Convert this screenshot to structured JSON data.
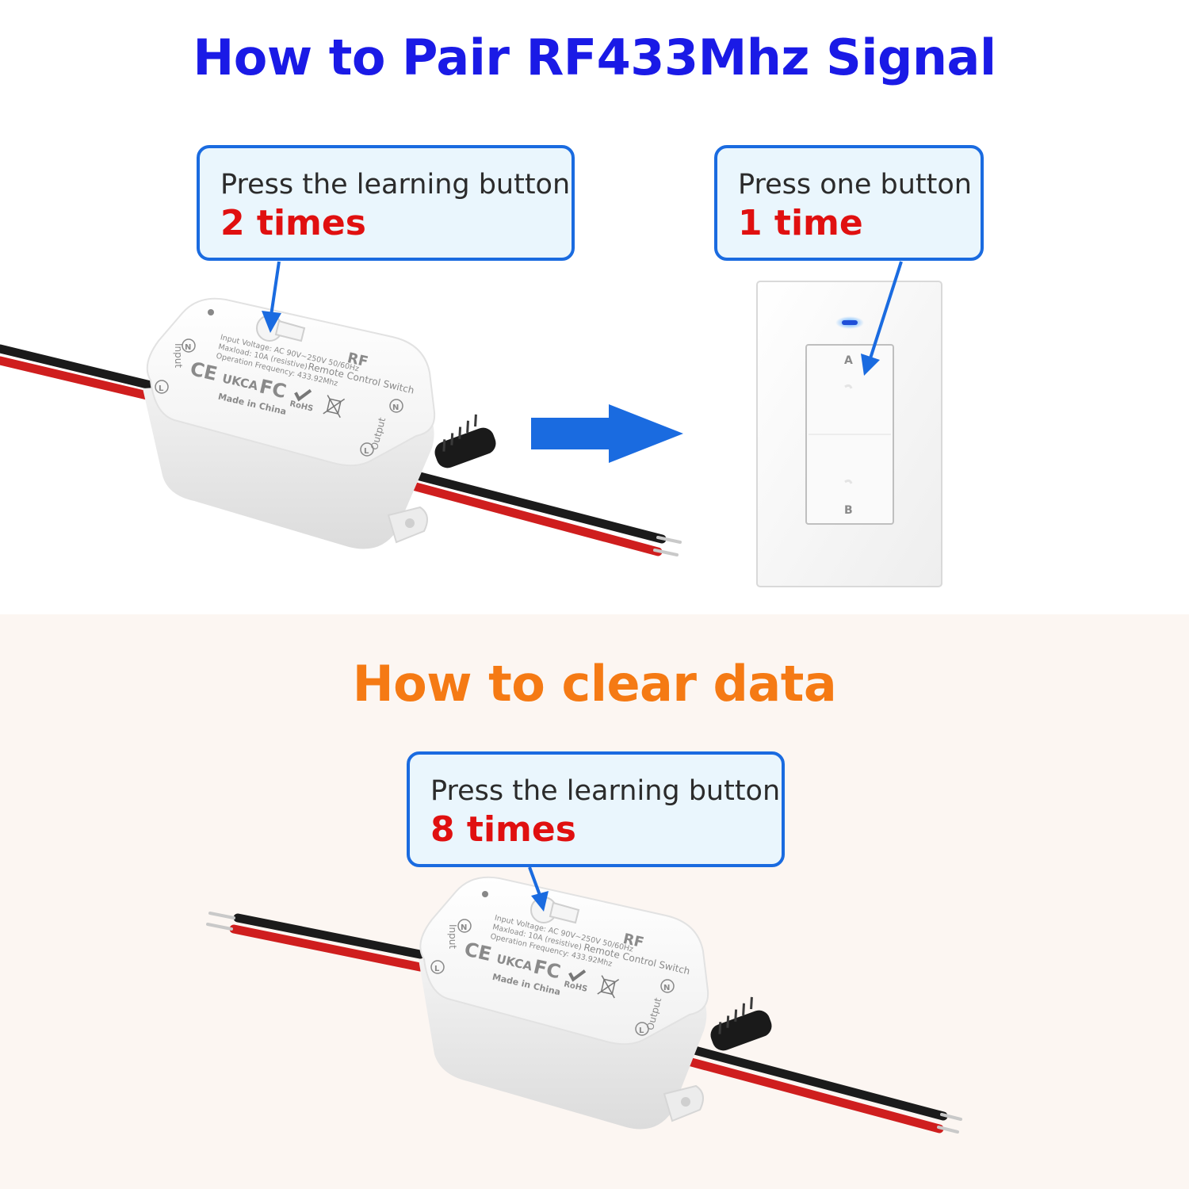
{
  "colors": {
    "heading_pair": "#1a1ae6",
    "heading_clear": "#f57a14",
    "emphasis": "#e01010",
    "callout_border": "#1a6be0",
    "callout_fill": "#eaf6fd",
    "arrow": "#1a6be0"
  },
  "pair": {
    "title": "How to Pair RF433Mhz Signal",
    "step1": {
      "text": "Press the learning button",
      "count": "2 times"
    },
    "step2": {
      "text": "Press one button",
      "count": "1 time"
    }
  },
  "clear": {
    "title": "How to clear data",
    "step": {
      "text": "Press the learning button",
      "count": "8 times"
    }
  },
  "device": {
    "brand": "RF",
    "name": "Remote Control Switch",
    "spec1": "Input Voltage: AC 90V~250V  50/60Hz",
    "spec2": "Maxload: 10A (resistive)",
    "spec3": "Operation Frequency: 433.92Mhz",
    "input": "Input",
    "output": "Output",
    "n": "N",
    "l": "L",
    "ce": "CE",
    "ukca": "UKCA",
    "fc": "FC",
    "rohs": "RoHS",
    "origin": "Made in China"
  },
  "switch": {
    "a": "A",
    "b": "B"
  },
  "icons": [
    "arrow-right-icon",
    "pointer-arrow-icon",
    "learning-button-icon",
    "indicator-led-icon",
    "weee-bin-icon",
    "check-mark-icon"
  ]
}
